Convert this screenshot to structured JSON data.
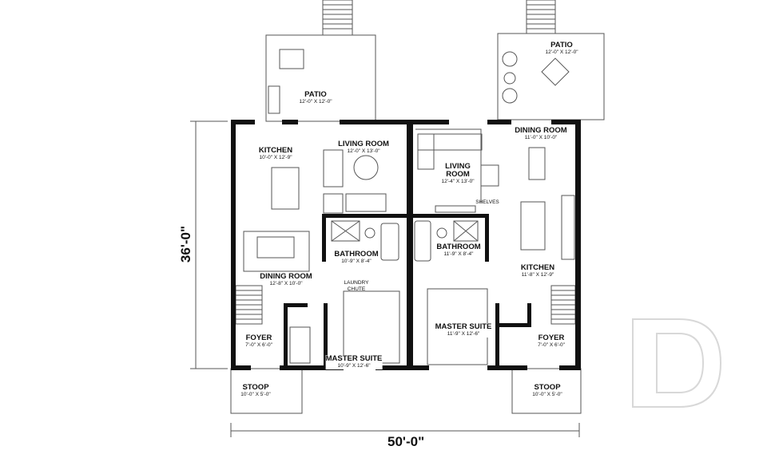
{
  "dimensions": {
    "depth": "36'-0\"",
    "width": "50'-0\""
  },
  "rooms": {
    "patio_left": {
      "name": "PATIO",
      "size": "12'-0\" X 12'-0\""
    },
    "patio_right": {
      "name": "PATIO",
      "size": "12'-0\" X 12'-0\""
    },
    "kitchen_left": {
      "name": "KITCHEN",
      "size": "10'-0\" X 12'-9\""
    },
    "living_left": {
      "name": "LIVING ROOM",
      "size": "12'-0\" X 13'-0\""
    },
    "dining_left": {
      "name": "DINING ROOM",
      "size": "12'-8\" X 10'-0\""
    },
    "bath_left": {
      "name": "BATHROOM",
      "size": "10'-9\" X 8'-4\""
    },
    "laundry": {
      "line1": "LAUNDRY",
      "line2": "CHUTE"
    },
    "master_left": {
      "name": "MASTER SUITE",
      "size": "10'-9\" X 12'-6\""
    },
    "foyer_left": {
      "name": "FOYER",
      "size": "7'-0\" X 6'-0\""
    },
    "stoop_left": {
      "name": "STOOP",
      "size": "10'-0\" X 5'-0\""
    },
    "living_right": {
      "name1": "LIVING",
      "name2": "ROOM",
      "size": "12'-4\" X 13'-0\""
    },
    "shelves": "SHELVES",
    "dining_right": {
      "name": "DINING ROOM",
      "size": "11'-0\" X 10'-0\""
    },
    "bath_right": {
      "name": "BATHROOM",
      "size": "11'-9\" X 8'-4\""
    },
    "kitchen_right": {
      "name": "KITCHEN",
      "size": "11'-8\" X 12'-9\""
    },
    "master_right": {
      "name": "MASTER SUITE",
      "size": "11'-9\" X 12'-6\""
    },
    "foyer_right": {
      "name": "FOYER",
      "size": "7'-0\" X 6'-0\""
    },
    "stoop_right": {
      "name": "STOOP",
      "size": "10'-0\" X 5'-0\""
    }
  },
  "colors": {
    "wall": "#111111",
    "line": "#555555",
    "watermark": "#d8d8d8"
  }
}
